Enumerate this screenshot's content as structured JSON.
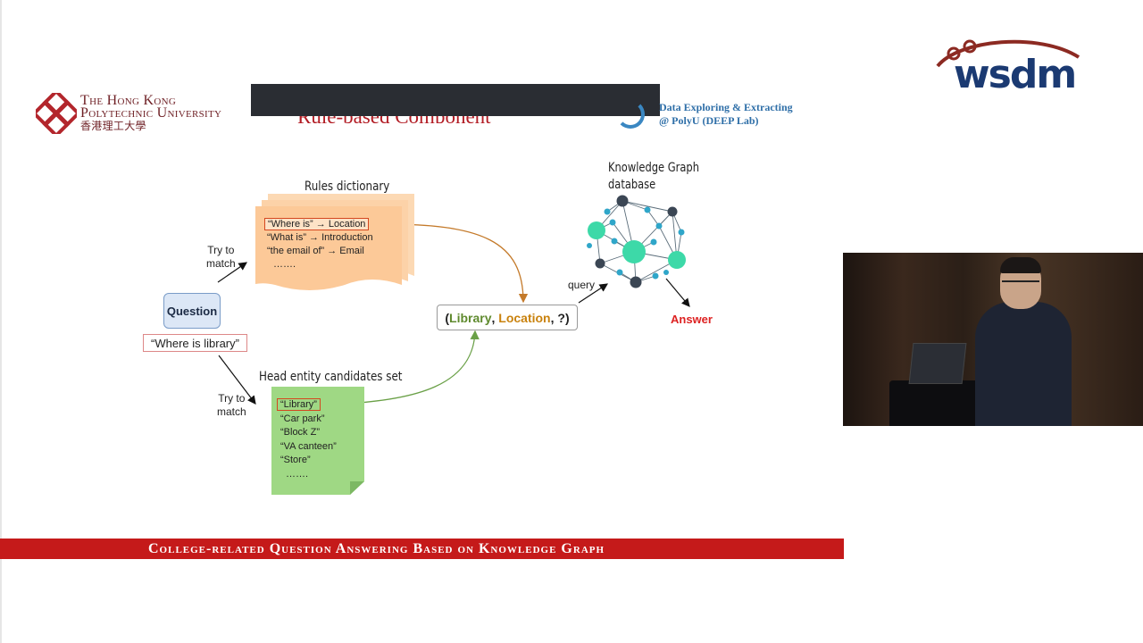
{
  "header": {
    "polyu_line1": "The Hong Kong",
    "polyu_line2": "Polytechnic University",
    "polyu_cn": "香港理工大學",
    "slide_title": "Rule-based Component",
    "lab_line1": "Data Exploring & Extracting",
    "lab_line2": "@ PolyU (DEEP Lab)",
    "conference_logo": "wsdm"
  },
  "diagram": {
    "rules_title": "Rules dictionary",
    "rules": [
      {
        "text": "“Where is” → Location",
        "highlighted": true
      },
      {
        "text": "“What is” → Introduction",
        "highlighted": false
      },
      {
        "text": "“the email of” → Email",
        "highlighted": false
      },
      {
        "text": "…….",
        "highlighted": false
      }
    ],
    "try_to_match_top": [
      "Try to",
      "match"
    ],
    "question_label": "Question",
    "question_text": "“Where is library”",
    "try_to_match_bottom": [
      "Try to",
      "match"
    ],
    "head_title": "Head entity candidates set",
    "entities": [
      {
        "text": "“Library”",
        "highlighted": true
      },
      {
        "text": "“Car park”",
        "highlighted": false
      },
      {
        "text": "“Block Z”",
        "highlighted": false
      },
      {
        "text": "“VA canteen”",
        "highlighted": false
      },
      {
        "text": "“Store”",
        "highlighted": false
      },
      {
        "text": "…….",
        "highlighted": false
      }
    ],
    "triple": {
      "open": "(",
      "entity": "Library",
      "sep1": ", ",
      "relation": "Location",
      "sep2": ", ?",
      "close": ")"
    },
    "query_label": "query",
    "kg_title_line1": "Knowledge Graph",
    "kg_title_line2": "database",
    "answer_label": "Answer",
    "colors": {
      "rules_card": "#fcd2a8",
      "entity_card": "#9fd884",
      "node_teal": "#3dd9a8",
      "node_blue": "#2fa6c9",
      "node_dark": "#3b4654",
      "arrow_orange": "#c47a2a",
      "arrow_green": "#6aa047"
    }
  },
  "footer": {
    "banner_text": "College-related Question Answering Based on Knowledge Graph"
  },
  "icons": [
    "polyu-logo-icon",
    "deep-lab-logo-icon",
    "wsdm-logo-icon"
  ]
}
